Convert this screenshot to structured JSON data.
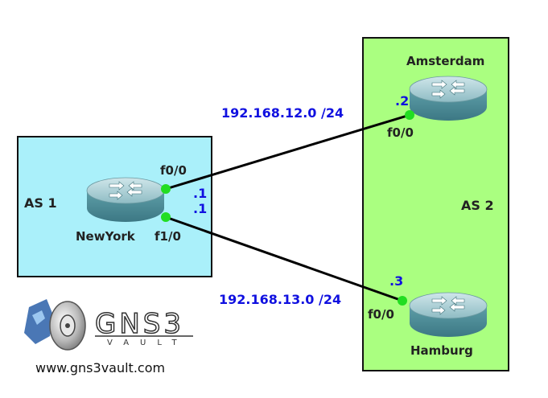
{
  "areas": {
    "as1": {
      "label": "AS 1",
      "color": "#aaf0fa"
    },
    "as2": {
      "label": "AS 2",
      "color": "#aaff80"
    }
  },
  "routers": {
    "newyork": {
      "name": "NewYork"
    },
    "amsterdam": {
      "name": "Amsterdam"
    },
    "hamburg": {
      "name": "Hamburg"
    }
  },
  "interfaces": {
    "ny_f00": {
      "name": "f0/0",
      "ip_suffix": ".1"
    },
    "ny_f10": {
      "name": "f1/0",
      "ip_suffix": ".1"
    },
    "ams_f00": {
      "name": "f0/0",
      "ip_suffix": ".2"
    },
    "ham_f00": {
      "name": "f0/0",
      "ip_suffix": ".3"
    }
  },
  "links": {
    "ny_ams": {
      "subnet": "192.168.12.0 /24"
    },
    "ny_ham": {
      "subnet": "192.168.13.0 /24"
    }
  },
  "logo": {
    "text": "GNS3",
    "subtext": "VAULT",
    "url": "www.gns3vault.com"
  },
  "colors": {
    "link_dot": "#22dd22",
    "subnet_text": "#1010e0",
    "router_body": "#5e9ea8"
  }
}
